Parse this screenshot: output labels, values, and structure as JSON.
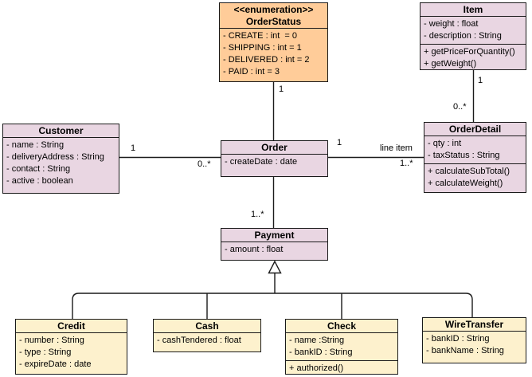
{
  "palette": {
    "enum_fill": "#ffcc99",
    "class_fill": "#e9d6e2",
    "subclass_fill": "#fdf1cd",
    "border": "#1a1a1a",
    "line": "#1a1a1a",
    "background": "#ffffff"
  },
  "classes": {
    "orderstatus": {
      "kind": "enum",
      "stereotype": "<<enumeration>>",
      "name": "OrderStatus",
      "compartments": [
        [
          "- CREATE : int  = 0",
          "- SHIPPING : int = 1",
          "- DELIVERED : int = 2",
          "- PAID : int = 3"
        ]
      ]
    },
    "item": {
      "kind": "class",
      "name": "Item",
      "compartments": [
        [
          "- weight : float",
          "- description : String"
        ],
        [
          "+ getPriceForQuantity()",
          "+ getWeight()"
        ]
      ]
    },
    "customer": {
      "kind": "class",
      "name": "Customer",
      "compartments": [
        [
          "- name : String",
          "- deliveryAddress : String",
          "- contact : String",
          "- active : boolean"
        ]
      ]
    },
    "order": {
      "kind": "class",
      "name": "Order",
      "compartments": [
        [
          "- createDate : date"
        ]
      ]
    },
    "orderdetail": {
      "kind": "class",
      "name": "OrderDetail",
      "compartments": [
        [
          "- qty : int",
          "- taxStatus : String"
        ],
        [
          "+ calculateSubTotal()",
          "+ calculateWeight()"
        ]
      ]
    },
    "payment": {
      "kind": "class",
      "name": "Payment",
      "compartments": [
        [
          "- amount : float"
        ]
      ]
    },
    "credit": {
      "kind": "subclass",
      "name": "Credit",
      "compartments": [
        [
          "- number : String",
          "- type : String",
          "- expireDate : date"
        ]
      ]
    },
    "cash": {
      "kind": "subclass",
      "name": "Cash",
      "compartments": [
        [
          "- cashTendered : float"
        ]
      ]
    },
    "check": {
      "kind": "subclass",
      "name": "Check",
      "compartments": [
        [
          "- name :String",
          "- bankID : String"
        ],
        [
          "+ authorized()"
        ]
      ]
    },
    "wiretransfer": {
      "kind": "subclass",
      "name": "WireTransfer",
      "compartments": [
        [
          "- bankID : String",
          "- bankName : String"
        ]
      ]
    }
  },
  "edge_labels": [
    {
      "text": "1",
      "edge": "OrderStatus-Order"
    },
    {
      "text": "1",
      "edge": "Customer-Order, customer end"
    },
    {
      "text": "0..*",
      "edge": "Customer-Order, order end"
    },
    {
      "text": "1",
      "edge": "Order-OrderDetail, order end"
    },
    {
      "text": "line item",
      "edge": "Order-OrderDetail association name"
    },
    {
      "text": "1..*",
      "edge": "Order-OrderDetail, detail end"
    },
    {
      "text": "1",
      "edge": "Item-OrderDetail, item end"
    },
    {
      "text": "0..*",
      "edge": "Item-OrderDetail, detail end"
    },
    {
      "text": "1..*",
      "edge": "Order-Payment, payment end"
    }
  ],
  "relationships": [
    {
      "from": "OrderStatus",
      "to": "Order",
      "type": "association",
      "mult_from": "1"
    },
    {
      "from": "Customer",
      "to": "Order",
      "type": "association",
      "mult_from": "1",
      "mult_to": "0..*"
    },
    {
      "from": "Order",
      "to": "OrderDetail",
      "type": "association",
      "name": "line item",
      "mult_from": "1",
      "mult_to": "1..*"
    },
    {
      "from": "Item",
      "to": "OrderDetail",
      "type": "association",
      "mult_from": "1",
      "mult_to": "0..*"
    },
    {
      "from": "Order",
      "to": "Payment",
      "type": "association",
      "mult_to": "1..*"
    },
    {
      "from": "Payment",
      "to": "Credit, Cash, Check, WireTransfer",
      "type": "generalization"
    }
  ]
}
